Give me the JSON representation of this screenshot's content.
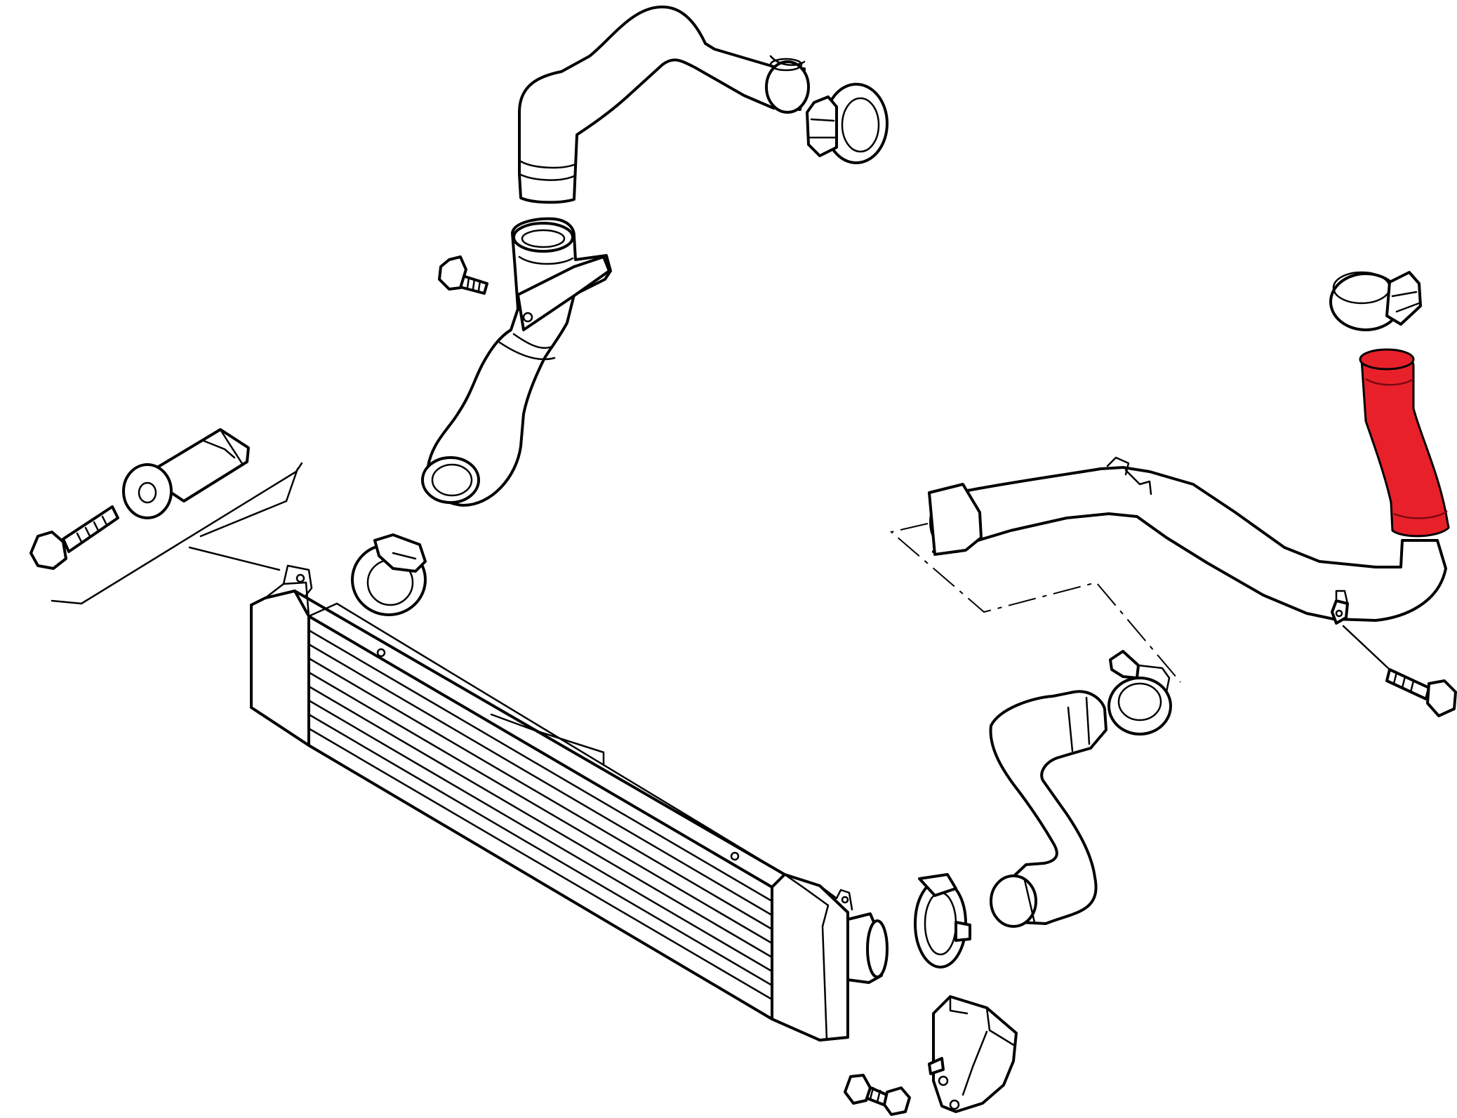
{
  "diagram": {
    "type": "exploded-parts-diagram",
    "colors": {
      "line": "#000000",
      "background": "#ffffff",
      "highlight": "#e8202a"
    },
    "parts": [
      {
        "name": "intercooler"
      },
      {
        "name": "upper-left-hose"
      },
      {
        "name": "hose-clamp-top"
      },
      {
        "name": "inlet-pipe-with-bracket"
      },
      {
        "name": "bracket-bolt-left"
      },
      {
        "name": "rubber-mount-sleeve"
      },
      {
        "name": "mount-bolt-left"
      },
      {
        "name": "hose-clamp-left-mid"
      },
      {
        "name": "right-clamp-top"
      },
      {
        "name": "highlighted-hose",
        "highlighted": true
      },
      {
        "name": "long-outlet-pipe"
      },
      {
        "name": "pipe-bracket-bolt-right"
      },
      {
        "name": "hose-clamp-right-mid"
      },
      {
        "name": "lower-s-hose"
      },
      {
        "name": "hose-clamp-lower"
      },
      {
        "name": "lower-bracket"
      },
      {
        "name": "lower-bracket-bolt"
      }
    ]
  }
}
